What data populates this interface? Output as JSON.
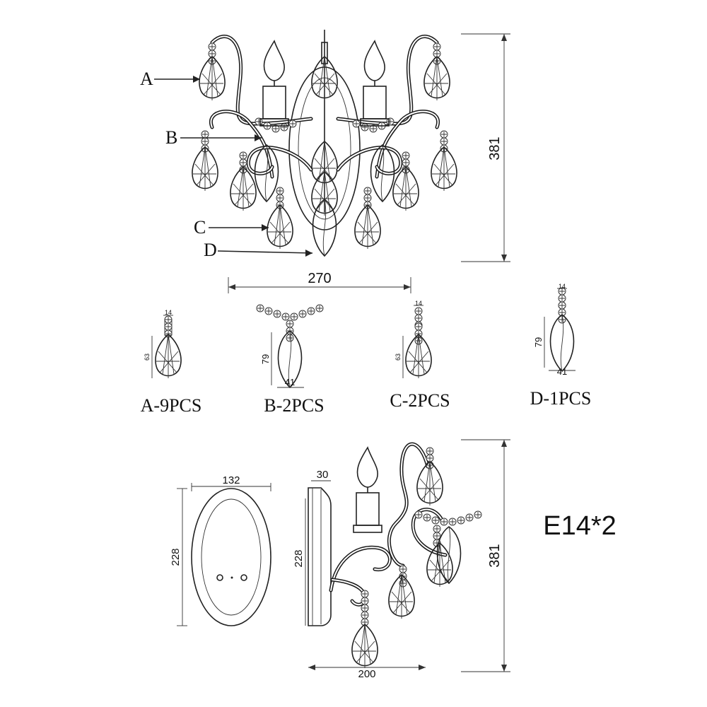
{
  "part_labels": {
    "a": "A",
    "b": "B",
    "c": "C",
    "d": "D"
  },
  "parts": [
    {
      "name": "A-9PCS",
      "width": "14",
      "height": "63"
    },
    {
      "name": "B-2PCS",
      "width": "41",
      "height": "79"
    },
    {
      "name": "C-2PCS",
      "width": "14",
      "height": "63"
    },
    {
      "name": "D-1PCS",
      "width": "41",
      "height": "79",
      "top": "14"
    }
  ],
  "front_view": {
    "height": "381",
    "width": "270"
  },
  "plate_view": {
    "width": "132",
    "height": "228"
  },
  "side_plate": {
    "depth": "30",
    "height": "228"
  },
  "side_view": {
    "height": "381",
    "width": "200"
  },
  "bulb_spec": "E14*2"
}
